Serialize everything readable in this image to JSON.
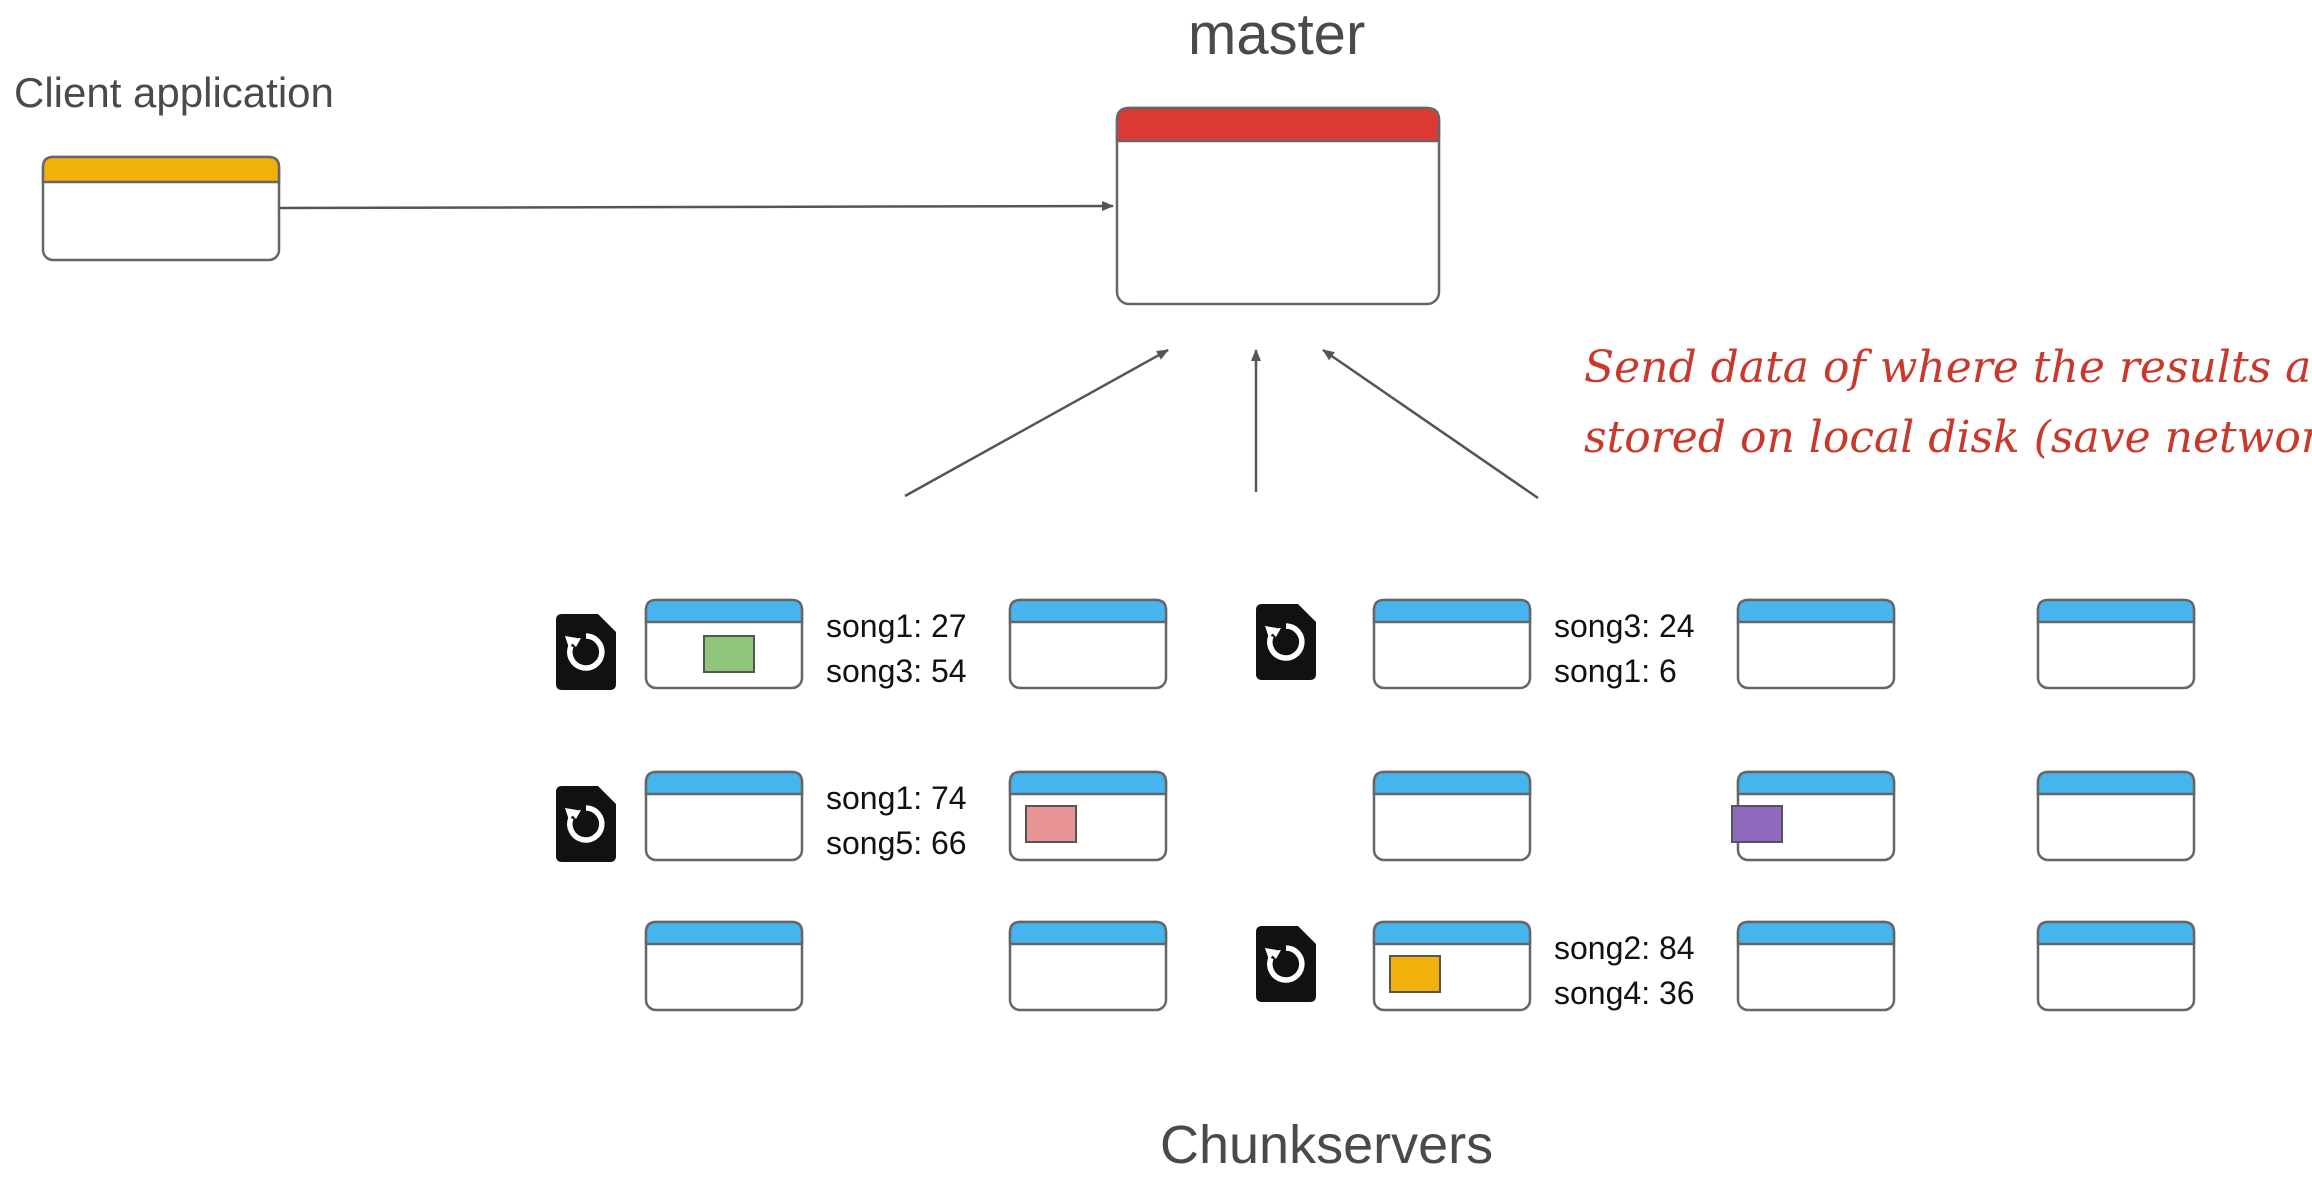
{
  "diagram": {
    "client_label": "Client application",
    "master_label": "master",
    "chunkservers_label": "Chunkservers",
    "annotation": {
      "line1": "Send data of where the results are",
      "line2": "stored on local disk (save network)"
    },
    "result_stats": [
      {
        "line1": "song1: 27",
        "line2": "song3: 54"
      },
      {
        "line1": "song3: 24",
        "line2": "song1: 6"
      },
      {
        "line1": "song1: 74",
        "line2": "song5: 66"
      },
      {
        "line1": "song2: 84",
        "line2": "song4: 36"
      }
    ],
    "colors": {
      "client_header": "#f2b00b",
      "master_header": "#db3a34",
      "chunkserver_header": "#47b5ed",
      "box_border": "#666666",
      "arrow": "#555555",
      "annotation_text": "#c8392b",
      "chunk_green": "#8fc57a",
      "chunk_pink": "#e99596",
      "chunk_purple": "#8e6abf",
      "chunk_orange": "#f2b00b"
    },
    "icons": [
      "file-refresh-icon",
      "file-refresh-icon",
      "file-refresh-icon",
      "file-refresh-icon"
    ]
  }
}
